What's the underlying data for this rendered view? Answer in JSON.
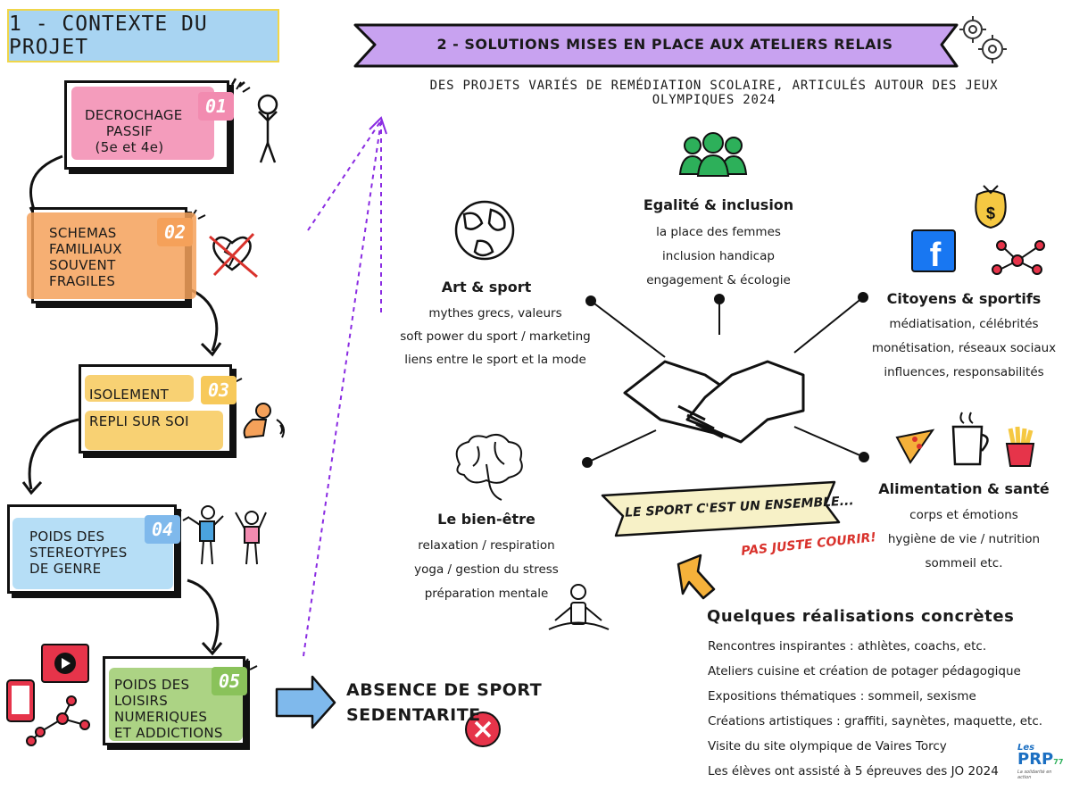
{
  "section1": {
    "title": "1 - CONTEXTE DU PROJET",
    "cards": [
      {
        "num": "01",
        "lines": [
          "DECROCHAGE",
          "PASSIF",
          "(5e et 4e)"
        ]
      },
      {
        "num": "02",
        "lines": [
          "SCHEMAS",
          "FAMILIAUX",
          "SOUVENT",
          "FRAGILES"
        ]
      },
      {
        "num": "03",
        "lines": [
          "ISOLEMENT",
          "REPLI SUR SOI"
        ]
      },
      {
        "num": "04",
        "lines": [
          "POIDS DES",
          "STEREOTYPES",
          "DE GENRE"
        ]
      },
      {
        "num": "05",
        "lines": [
          "POIDS DES",
          "LOISIRS",
          "NUMERIQUES",
          "ET ADDICTIONS"
        ]
      }
    ],
    "absence": [
      "ABSENCE DE SPORT",
      "SEDENTARITE"
    ]
  },
  "section2": {
    "title": "2 - SOLUTIONS MISES EN PLACE AUX ATELIERS RELAIS",
    "subtitle": "DES PROJETS VARIÉS DE REMÉDIATION SCOLAIRE, ARTICULÉS AUTOUR DES JEUX OLYMPIQUES 2024",
    "themes": {
      "egalite": {
        "title": "Egalité & inclusion",
        "lines": [
          "la place des femmes",
          "inclusion handicap",
          "engagement & écologie"
        ]
      },
      "art": {
        "title": "Art & sport",
        "lines": [
          "mythes grecs, valeurs",
          "soft power du sport / marketing",
          "liens entre le sport et la  mode"
        ]
      },
      "citoyens": {
        "title": "Citoyens & sportifs",
        "lines": [
          "médiatisation, célébrités",
          "monétisation, réseaux sociaux",
          "influences, responsabilités"
        ]
      },
      "bienetre": {
        "title": "Le bien-être",
        "lines": [
          "relaxation / respiration",
          "yoga / gestion du stress",
          "préparation mentale"
        ]
      },
      "alimentation": {
        "title": "Alimentation & santé",
        "lines": [
          "corps et émotions",
          "hygiène de vie / nutrition",
          "sommeil etc."
        ]
      }
    },
    "ensemble": "LE SPORT C'EST UN ENSEMBLE...",
    "courir": "PAS JUSTE COURIR!",
    "realisations": {
      "title": "Quelques réalisations concrètes",
      "items": [
        "Rencontres inspirantes : athlètes, coachs, etc.",
        "Ateliers cuisine et création de potager pédagogique",
        "Expositions thématiques : sommeil, sexisme",
        "Créations artistiques : graffiti, saynètes, maquette, etc.",
        "Visite du site olympique de Vaires Torcy",
        "Les élèves ont assisté à 5 épreuves des JO 2024"
      ]
    },
    "logo": {
      "text": "Les",
      "brand": "PRP",
      "num": "77",
      "tagline": "La solidarité en action"
    }
  },
  "colors": {
    "pink": "#f28bb0",
    "orange": "#f5a15a",
    "yellow": "#f7c95a",
    "blue": "#a9d8f5",
    "green": "#9dcb6e",
    "purple": "#c8a2f0"
  }
}
